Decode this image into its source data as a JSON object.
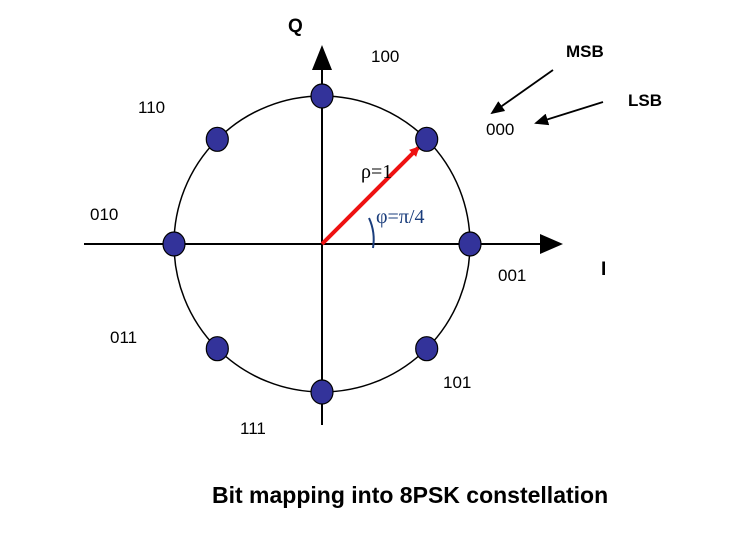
{
  "axes": {
    "q_label": "Q",
    "i_label": "I"
  },
  "points": [
    {
      "bits": "001",
      "angle_deg": 0
    },
    {
      "bits": "000",
      "angle_deg": 45
    },
    {
      "bits": "100",
      "angle_deg": 90
    },
    {
      "bits": "110",
      "angle_deg": 135
    },
    {
      "bits": "010",
      "angle_deg": 180
    },
    {
      "bits": "011",
      "angle_deg": 225
    },
    {
      "bits": "111",
      "angle_deg": 270
    },
    {
      "bits": "101",
      "angle_deg": 315
    }
  ],
  "vector": {
    "label": "ρ=1",
    "magnitude": 1,
    "color": "#ee1111"
  },
  "phase": {
    "label": "φ=π/4",
    "color": "#1a3d7c"
  },
  "legend": {
    "msb": "MSB",
    "lsb": "LSB",
    "example": "000"
  },
  "caption": "Bit mapping into 8PSK constellation",
  "colors": {
    "point_fill": "#33339a",
    "point_stroke": "#000000"
  }
}
